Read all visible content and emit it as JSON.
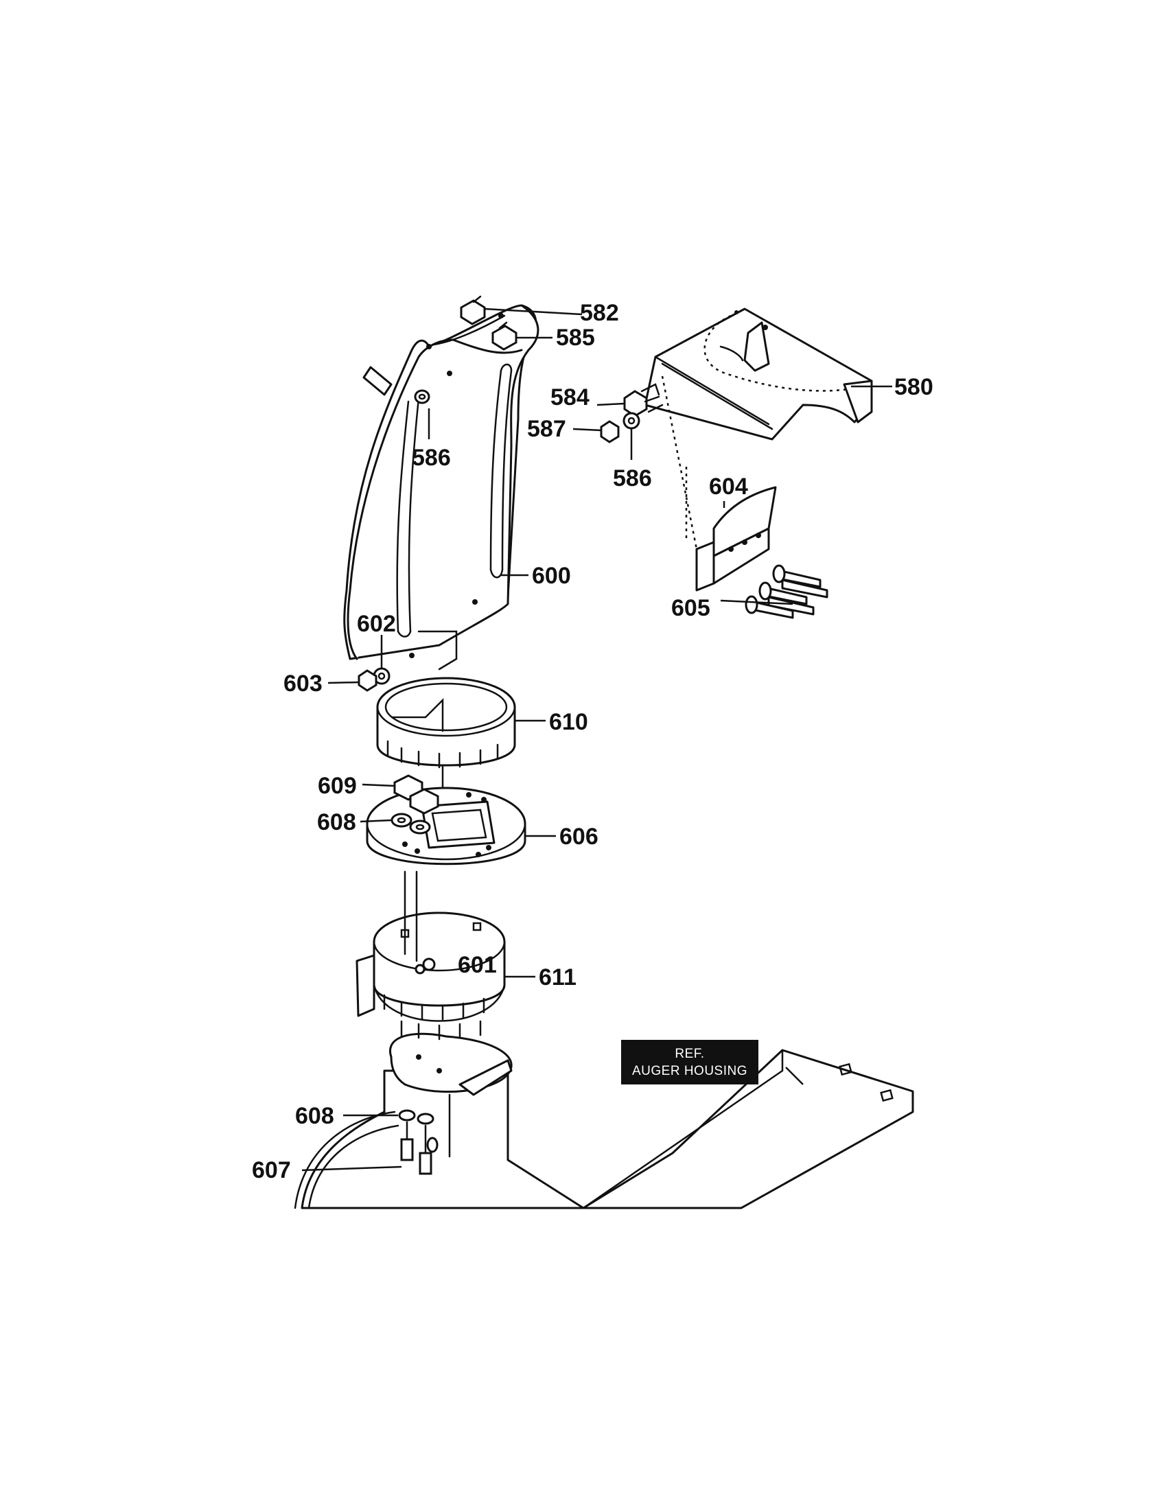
{
  "callouts": {
    "c582": "582",
    "c585": "585",
    "c580": "580",
    "c584": "584",
    "c587": "587",
    "c586a": "586",
    "c586b": "586",
    "c604": "604",
    "c605": "605",
    "c600": "600",
    "c602": "602",
    "c603": "603",
    "c610": "610",
    "c609": "609",
    "c608a": "608",
    "c606": "606",
    "c601": "601",
    "c611": "611",
    "c608b": "608",
    "c607": "607"
  },
  "ref_label": {
    "line1": "REF.",
    "line2": "AUGER HOUSING"
  }
}
